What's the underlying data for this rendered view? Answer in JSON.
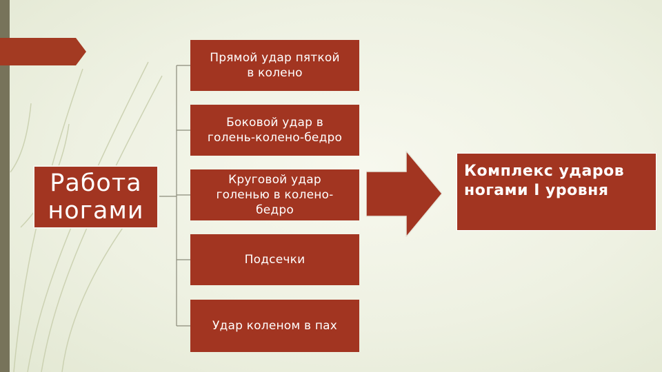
{
  "diagram": {
    "main_label": "Работа\nногами",
    "items": [
      {
        "label": "Прямой удар пяткой\nв колено"
      },
      {
        "label": "Боковой удар в\nголень-колено-бедро"
      },
      {
        "label": "Круговой удар\nголенью в колено-\nбедро"
      },
      {
        "label": "Подсечки"
      },
      {
        "label": "Удар коленом в пах"
      }
    ],
    "result_label": "Комплекс ударов\nногами I уровня"
  },
  "colors": {
    "box_fill": "#a23521",
    "arrow_fill": "#a23521",
    "side_bar": "#77735a",
    "background": "#eef1e2"
  }
}
